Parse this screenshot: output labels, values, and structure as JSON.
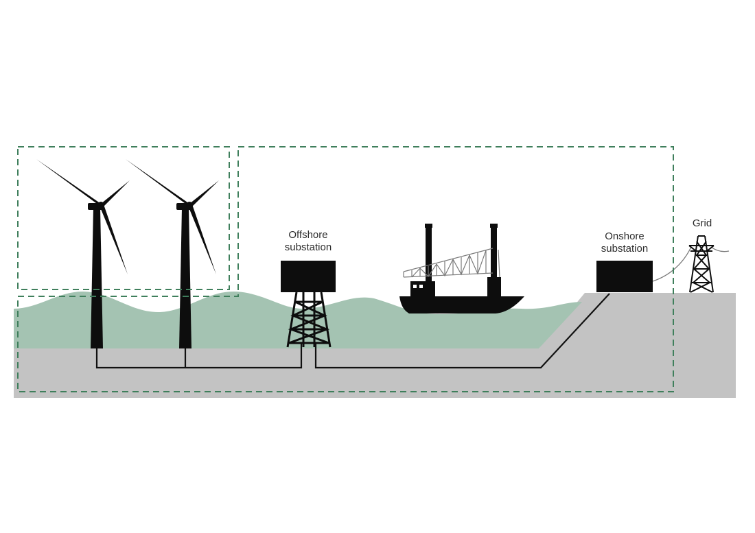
{
  "labels": {
    "offshore_substation_line1": "Offshore",
    "offshore_substation_line2": "substation",
    "onshore_substation_line1": "Onshore",
    "onshore_substation_line2": "substation",
    "grid": "Grid"
  },
  "colors": {
    "sea": "#a4c3b2",
    "seabed_land": "#c3c3c3",
    "silhouette": "#0d0d0d",
    "dashed_boundary": "#3f7f5c",
    "cable": "#111111"
  },
  "icons": [
    "wind-turbine-icon",
    "wind-turbine-icon",
    "offshore-substation-icon",
    "installation-vessel-icon",
    "onshore-substation-icon",
    "transmission-tower-icon"
  ]
}
